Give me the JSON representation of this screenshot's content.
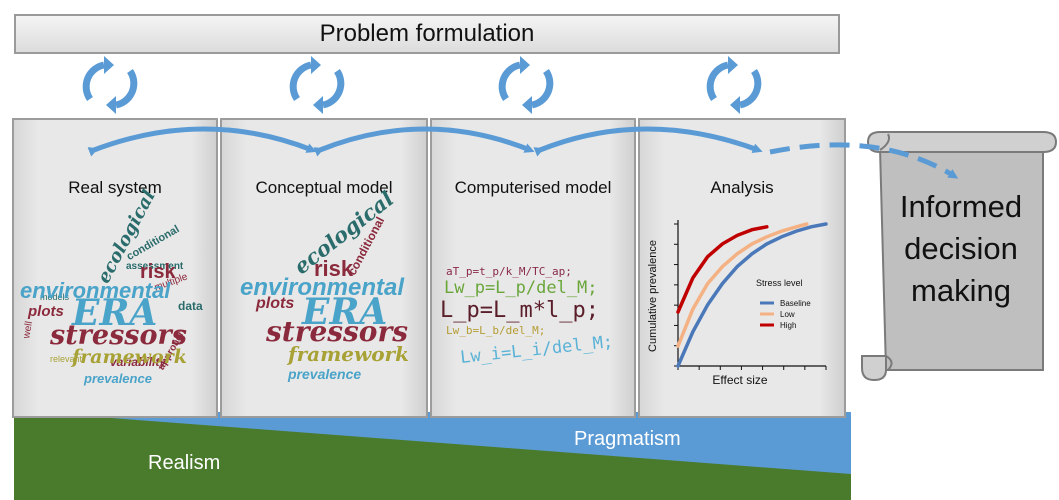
{
  "header": {
    "title": "Problem formulation"
  },
  "panels": {
    "real_system": {
      "title": "Real system"
    },
    "conceptual_model": {
      "title": "Conceptual model"
    },
    "computerised_model": {
      "title": "Computerised model"
    },
    "analysis": {
      "title": "Analysis"
    }
  },
  "outcome": {
    "lines": [
      "Informed",
      "decision",
      "making"
    ]
  },
  "bands": {
    "pragmatism": "Pragmatism",
    "realism": "Realism"
  },
  "word_cloud": {
    "ecological": "ecological",
    "conditional": "conditional",
    "risk": "risk",
    "environmental": "environmental",
    "era": "ERA",
    "plots": "plots",
    "stressors": "stressors",
    "framework": "framework",
    "prevalence": "prevalence",
    "assessment": "assessment",
    "data": "data",
    "multiple": "multiple",
    "models": "models",
    "well": "well",
    "variability": "variability",
    "approach": "approach",
    "relevant": "relevant"
  },
  "equations": [
    "aT_p=t_p/k_M/TC_ap;",
    "Lw_p=L_p/del_M;",
    "L_p=L_m*l_p;",
    "Lw_b=L_b/del_M;",
    "Lw_i=L_i/del_M;"
  ],
  "chart_data": {
    "type": "line",
    "xlabel": "Effect size",
    "ylabel": "Cumulative prevalence",
    "legend_title": "Stress level",
    "legend_position": "center-right",
    "series": [
      {
        "name": "Baseline",
        "color": "#4a78b8",
        "values": [
          [
            0,
            0.0
          ],
          [
            0.1,
            0.24
          ],
          [
            0.2,
            0.43
          ],
          [
            0.3,
            0.58
          ],
          [
            0.4,
            0.7
          ],
          [
            0.5,
            0.79
          ],
          [
            0.6,
            0.86
          ],
          [
            0.7,
            0.91
          ],
          [
            0.8,
            0.95
          ],
          [
            0.9,
            0.98
          ],
          [
            1.0,
            1.0
          ]
        ]
      },
      {
        "name": "Low",
        "color": "#f4b183",
        "values": [
          [
            0,
            0.14
          ],
          [
            0.1,
            0.4
          ],
          [
            0.2,
            0.58
          ],
          [
            0.3,
            0.7
          ],
          [
            0.4,
            0.79
          ],
          [
            0.5,
            0.86
          ],
          [
            0.6,
            0.91
          ],
          [
            0.7,
            0.95
          ],
          [
            0.8,
            0.98
          ],
          [
            0.87,
            1.0
          ]
        ]
      },
      {
        "name": "High",
        "color": "#c00000",
        "values": [
          [
            0,
            0.38
          ],
          [
            0.1,
            0.62
          ],
          [
            0.2,
            0.77
          ],
          [
            0.3,
            0.86
          ],
          [
            0.4,
            0.92
          ],
          [
            0.5,
            0.96
          ],
          [
            0.6,
            0.98
          ]
        ]
      }
    ],
    "ticks": 7
  },
  "colors": {
    "arrow": "#5b9bd5",
    "blue_band": "#5b9bd5",
    "green_band": "#4a7a2c",
    "wc_blue": "#4aa3c8",
    "wc_maroon": "#8b2a3c",
    "wc_olive": "#a8a236",
    "wc_teal": "#2a6b6b",
    "eq_green": "#6aa63a",
    "eq_maroon": "#5a1e2a",
    "eq_olive": "#b59d32",
    "eq_blue": "#5ab2d6",
    "eq_plum": "#8a2a4a"
  },
  "icons": [
    "cycle-arrows-icon",
    "curved-double-arrow-icon",
    "scroll-icon"
  ]
}
